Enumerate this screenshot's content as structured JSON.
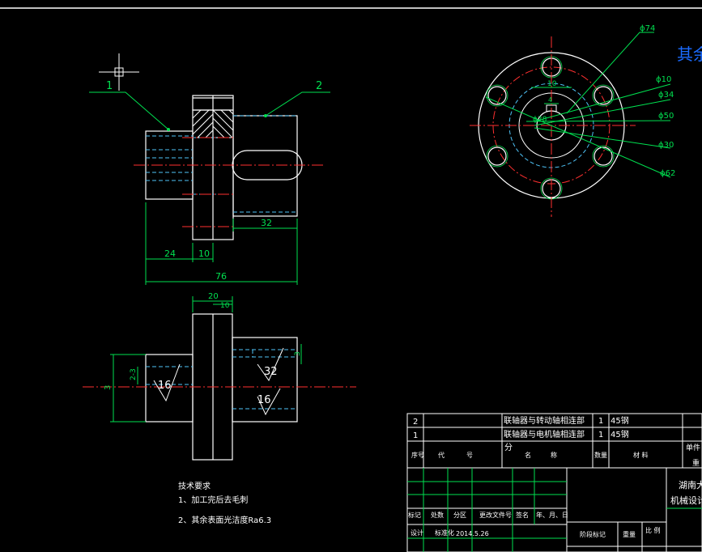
{
  "drawing": {
    "balloons": {
      "part1": "1",
      "part2": "2"
    },
    "front_view": {
      "dim_overall": "76",
      "dim_left": "24",
      "dim_mid": "10",
      "dim_right": "32"
    },
    "top_view": {
      "dim_top_width": "20",
      "dim_top_inner": "10",
      "dim_left_height": "3",
      "dim_left_small": "2-3",
      "dim_right_small": "3",
      "rough_left": "16",
      "rough_right_upper": "32",
      "rough_right_lower": "16"
    },
    "circle_view": {
      "dia_outer": "ϕ74",
      "dia_hole": "ϕ10",
      "dia_34": "ϕ34",
      "dia_50": "ϕ50",
      "dia_30": "ϕ30",
      "dia_62": "ϕ62",
      "keyway_width": "10",
      "keyway_depth": "4",
      "bore": "ϕ28"
    },
    "partial_text": "其余"
  },
  "notes": {
    "title": "技术要求",
    "line1": "1、加工完后去毛刺",
    "line2": "2、其余表面光洁度Ra6.3"
  },
  "title_block": {
    "rows": [
      {
        "no": "2",
        "name": "联轴器与转动轴相连部",
        "qty": "1",
        "material": "45钢"
      },
      {
        "no": "1",
        "name": "联轴器与电机轴相连部",
        "qty": "1",
        "material": "45钢"
      }
    ],
    "header": {
      "seq": "序号",
      "code_a": "代",
      "code_b": "号",
      "name_a": "名",
      "name_b": "称",
      "name_extra": "分",
      "qty": "数量",
      "material": "材 料",
      "single": "单件",
      "weight": "重"
    },
    "school": "湖南大学",
    "drawing_name": "机械设计",
    "revision_labels": {
      "mark": "标记",
      "count": "处数",
      "zone": "分区",
      "doc": "更改文件号",
      "sign": "签名",
      "date": "年、月、日"
    },
    "design_row": {
      "design": "设计",
      "std": "标准化",
      "date_value": "2014.5.26",
      "stage": "阶段标记",
      "weight": "重量",
      "scale": "比 例"
    }
  }
}
